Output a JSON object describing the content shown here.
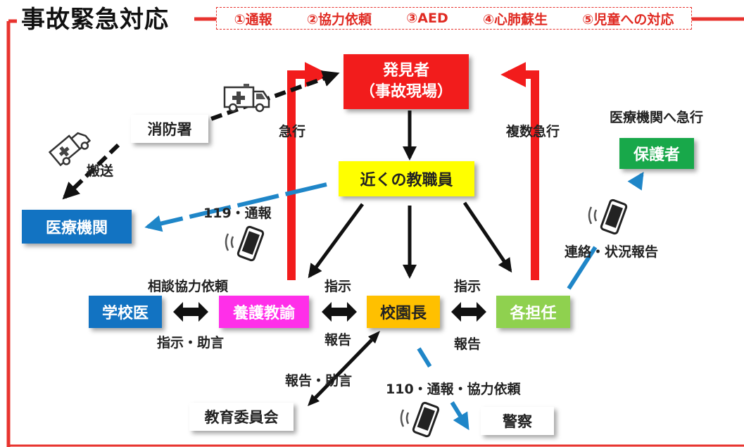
{
  "title": "事故緊急対応",
  "steps": [
    "①通報",
    "②協力依頼",
    "③AED",
    "④心肺蘇生",
    "⑤児童への対応"
  ],
  "nodes": {
    "discoverer": {
      "line1": "発見者",
      "line2": "（事故現場）"
    },
    "fire_station": "消防署",
    "nearby_staff": "近くの教職員",
    "medical_institution": "医療機関",
    "guardian": "保護者",
    "school_doctor": "学校医",
    "nurse_teacher": "養護教諭",
    "principal": "校園長",
    "homeroom": "各担任",
    "board_of_education": "教育委員会",
    "police": "警察"
  },
  "labels": {
    "transport": "搬送",
    "rush": "急行",
    "multi_rush": "複数急行",
    "to_hospital": "医療機関へ急行",
    "call_119": "119・通報",
    "contact_report": "連絡・状況報告",
    "consult_request": "相談協力依頼",
    "instruct_advice": "指示・助言",
    "instruct_left": "指示",
    "report_left": "報告",
    "instruct_right": "指示",
    "report_right": "報告",
    "report_advice": "報告・助言",
    "call_110": "110・通報・協力依頼"
  },
  "colors": {
    "accent_red": "#e8342f",
    "discoverer_bg": "#f21c1c",
    "staff_bg": "#ffff00",
    "medical_bg": "#1273c2",
    "guardian_bg": "#18a84a",
    "doctor_bg": "#1273c2",
    "nurse_bg": "#ff2fe9",
    "principal_bg": "#ffc000",
    "homeroom_bg": "#8fd14f",
    "phone_arrow": "#1f86c8"
  },
  "icons": [
    "ambulance-icon",
    "smartphone-icon"
  ]
}
